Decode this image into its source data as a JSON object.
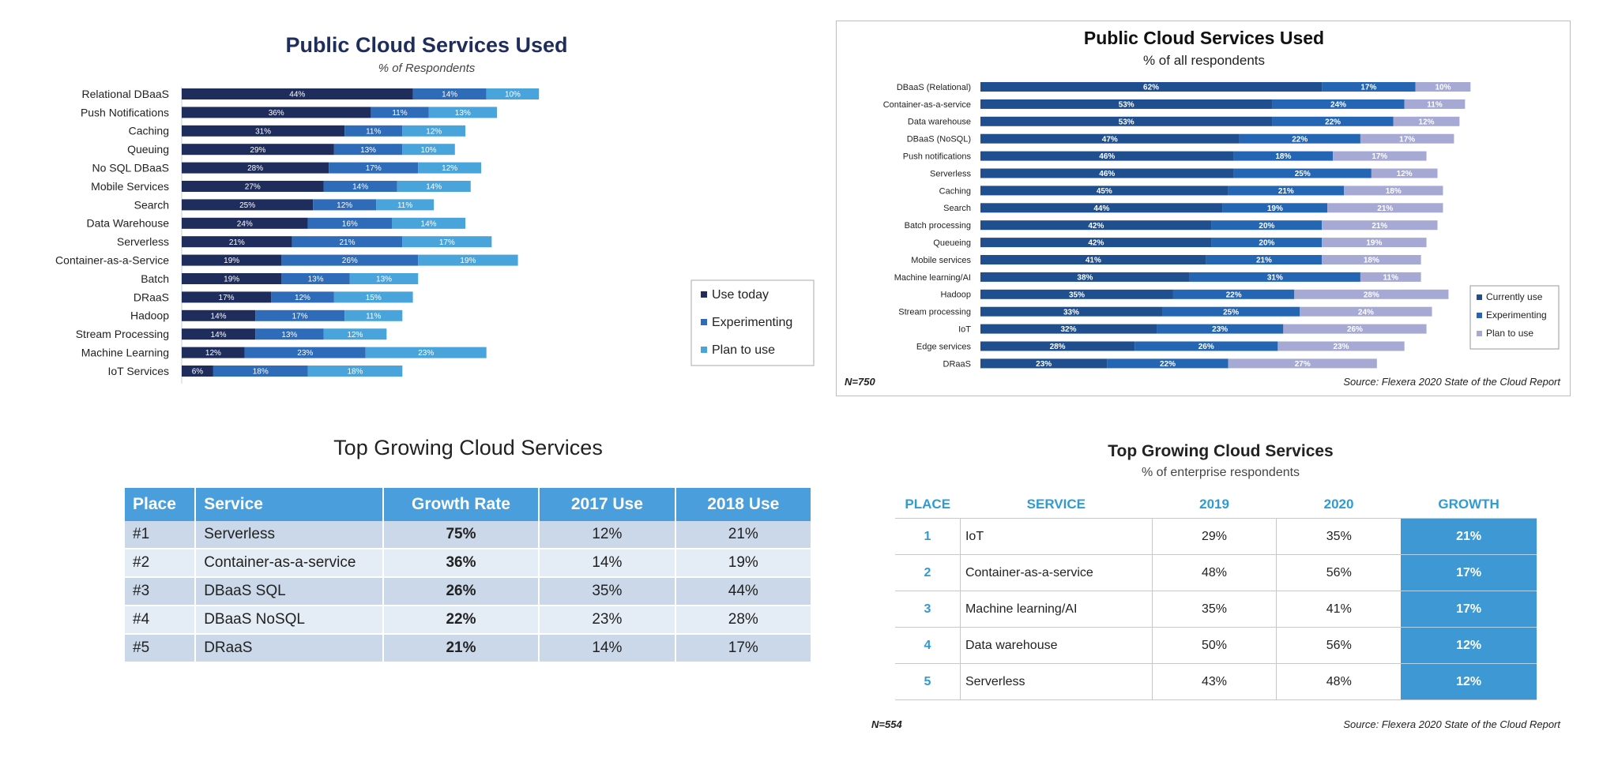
{
  "chart_data": [
    {
      "type": "bar",
      "orientation": "horizontal",
      "stacked": true,
      "title": "Public Cloud Services Used",
      "subtitle": "% of Respondents",
      "categories": [
        "Relational DBaaS",
        "Push Notifications",
        "Caching",
        "Queuing",
        "No SQL DBaaS",
        "Mobile Services",
        "Search",
        "Data Warehouse",
        "Serverless",
        "Container-as-a-Service",
        "Batch",
        "DRaaS",
        "Hadoop",
        "Stream Processing",
        "Machine Learning",
        "IoT Services"
      ],
      "series": [
        {
          "name": "Use today",
          "color": "#1f2d5c",
          "values": [
            44,
            36,
            31,
            29,
            28,
            27,
            25,
            24,
            21,
            19,
            19,
            17,
            14,
            14,
            12,
            6
          ]
        },
        {
          "name": "Experimenting",
          "color": "#2e6bb8",
          "values": [
            14,
            11,
            11,
            13,
            17,
            14,
            12,
            16,
            21,
            26,
            13,
            12,
            17,
            13,
            23,
            18
          ]
        },
        {
          "name": "Plan to use",
          "color": "#4aa4dc",
          "values": [
            10,
            13,
            12,
            10,
            12,
            14,
            11,
            14,
            17,
            19,
            13,
            15,
            11,
            12,
            23,
            18
          ]
        }
      ],
      "legend": "right"
    },
    {
      "type": "bar",
      "orientation": "horizontal",
      "stacked": true,
      "title": "Public Cloud Services Used",
      "subtitle": "% of all respondents",
      "categories": [
        "DBaaS (Relational)",
        "Container-as-a-service",
        "Data warehouse",
        "DBaaS (NoSQL)",
        "Push notifications",
        "Serverless",
        "Caching",
        "Search",
        "Batch processing",
        "Queueing",
        "Mobile services",
        "Machine learning/AI",
        "Hadoop",
        "Stream processing",
        "IoT",
        "Edge services",
        "DRaaS"
      ],
      "series": [
        {
          "name": "Currently use",
          "color": "#1f4f8f",
          "values": [
            62,
            53,
            53,
            47,
            46,
            46,
            45,
            44,
            42,
            42,
            41,
            38,
            35,
            33,
            32,
            28,
            23
          ]
        },
        {
          "name": "Experimenting",
          "color": "#2466b4",
          "values": [
            17,
            24,
            22,
            22,
            18,
            25,
            21,
            19,
            20,
            20,
            21,
            31,
            22,
            25,
            23,
            26,
            22
          ]
        },
        {
          "name": "Plan to use",
          "color": "#a6a9d4",
          "values": [
            10,
            11,
            12,
            17,
            17,
            12,
            18,
            21,
            21,
            19,
            18,
            11,
            28,
            24,
            26,
            23,
            27
          ]
        }
      ],
      "legend": "bottom-right",
      "note": "N=750",
      "source": "Source: Flexera 2020 State of the Cloud Report"
    }
  ],
  "table1": {
    "title": "Top Growing Cloud Services",
    "headers": [
      "Place",
      "Service",
      "Growth Rate",
      "2017 Use",
      "2018 Use"
    ],
    "rows": [
      [
        "#1",
        "Serverless",
        "75%",
        "12%",
        "21%"
      ],
      [
        "#2",
        "Container-as-a-service",
        "36%",
        "14%",
        "19%"
      ],
      [
        "#3",
        "DBaaS SQL",
        "26%",
        "35%",
        "44%"
      ],
      [
        "#4",
        "DBaaS NoSQL",
        "22%",
        "23%",
        "28%"
      ],
      [
        "#5",
        "DRaaS",
        "21%",
        "14%",
        "17%"
      ]
    ]
  },
  "table2": {
    "title": "Top Growing Cloud Services",
    "subtitle": "% of enterprise respondents",
    "headers": [
      "PLACE",
      "SERVICE",
      "2019",
      "2020",
      "GROWTH"
    ],
    "rows": [
      [
        "1",
        "IoT",
        "29%",
        "35%",
        "21%"
      ],
      [
        "2",
        "Container-as-a-service",
        "48%",
        "56%",
        "17%"
      ],
      [
        "3",
        "Machine learning/AI",
        "35%",
        "41%",
        "17%"
      ],
      [
        "4",
        "Data warehouse",
        "50%",
        "56%",
        "12%"
      ],
      [
        "5",
        "Serverless",
        "43%",
        "48%",
        "12%"
      ]
    ],
    "note": "N=554",
    "source": "Source: Flexera 2020 State of the Cloud Report"
  }
}
